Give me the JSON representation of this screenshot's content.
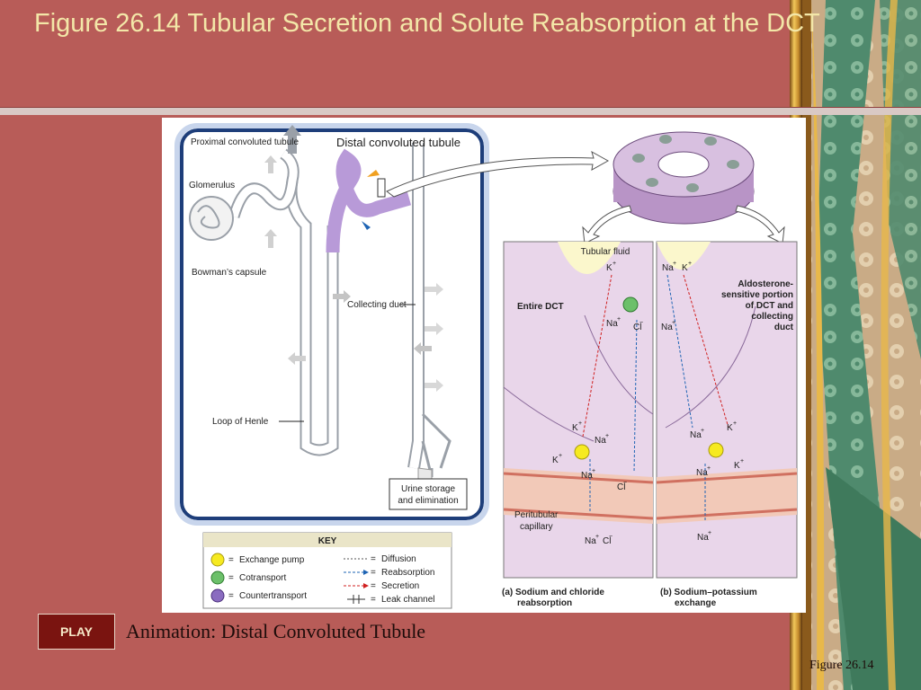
{
  "slide": {
    "title": "Figure 26.14  Tubular Secretion and Solute Reabsorption at the DCT",
    "play_label": "PLAY",
    "animation_caption": "Animation: Distal Convoluted Tubule",
    "figure_label": "Figure 26.14"
  },
  "colors": {
    "background": "#b85c58",
    "title": "#f3e7a8",
    "play_button": "#7a1410",
    "exchange_pump": "#f6ea20",
    "cotransport": "#6cc06a",
    "countertransport": "#8a6cc0",
    "dct_highlight": "#b89ad8"
  },
  "figure": {
    "nephron": {
      "proximal": "Proximal convoluted tubule",
      "distal": "Distal convoluted tubule",
      "glomerulus": "Glomerulus",
      "bowmans": "Bowman’s capsule",
      "collecting": "Collecting duct",
      "henle": "Loop of Henle",
      "urine_1": "Urine storage",
      "urine_2": "and elimination"
    },
    "panel_a": {
      "tubular_fluid": "Tubular fluid",
      "entire_dct": "Entire DCT",
      "peritubular_1": "Peritubular",
      "peritubular_2": "capillary",
      "caption_1": "(a) Sodium and chloride",
      "caption_2": "reabsorption"
    },
    "panel_b": {
      "aldo_1": "Aldosterone-",
      "aldo_2": "sensitive portion",
      "aldo_3": "of DCT and",
      "aldo_4": "collecting",
      "aldo_5": "duct",
      "caption_1": "(b) Sodium–potassium",
      "caption_2": "exchange"
    },
    "ions": {
      "k": "K",
      "na": "Na",
      "cl": "Cl",
      "plus": "+",
      "minus": "−",
      "nacl": "Na",
      "nacl_cl": "Cl"
    },
    "key": {
      "title": "KEY",
      "eq": "=",
      "exchange_pump": "Exchange pump",
      "cotransport": "Cotransport",
      "countertransport": "Countertransport",
      "diffusion": "Diffusion",
      "reabsorption": "Reabsorption",
      "secretion": "Secretion",
      "leak_channel": "Leak channel"
    }
  }
}
